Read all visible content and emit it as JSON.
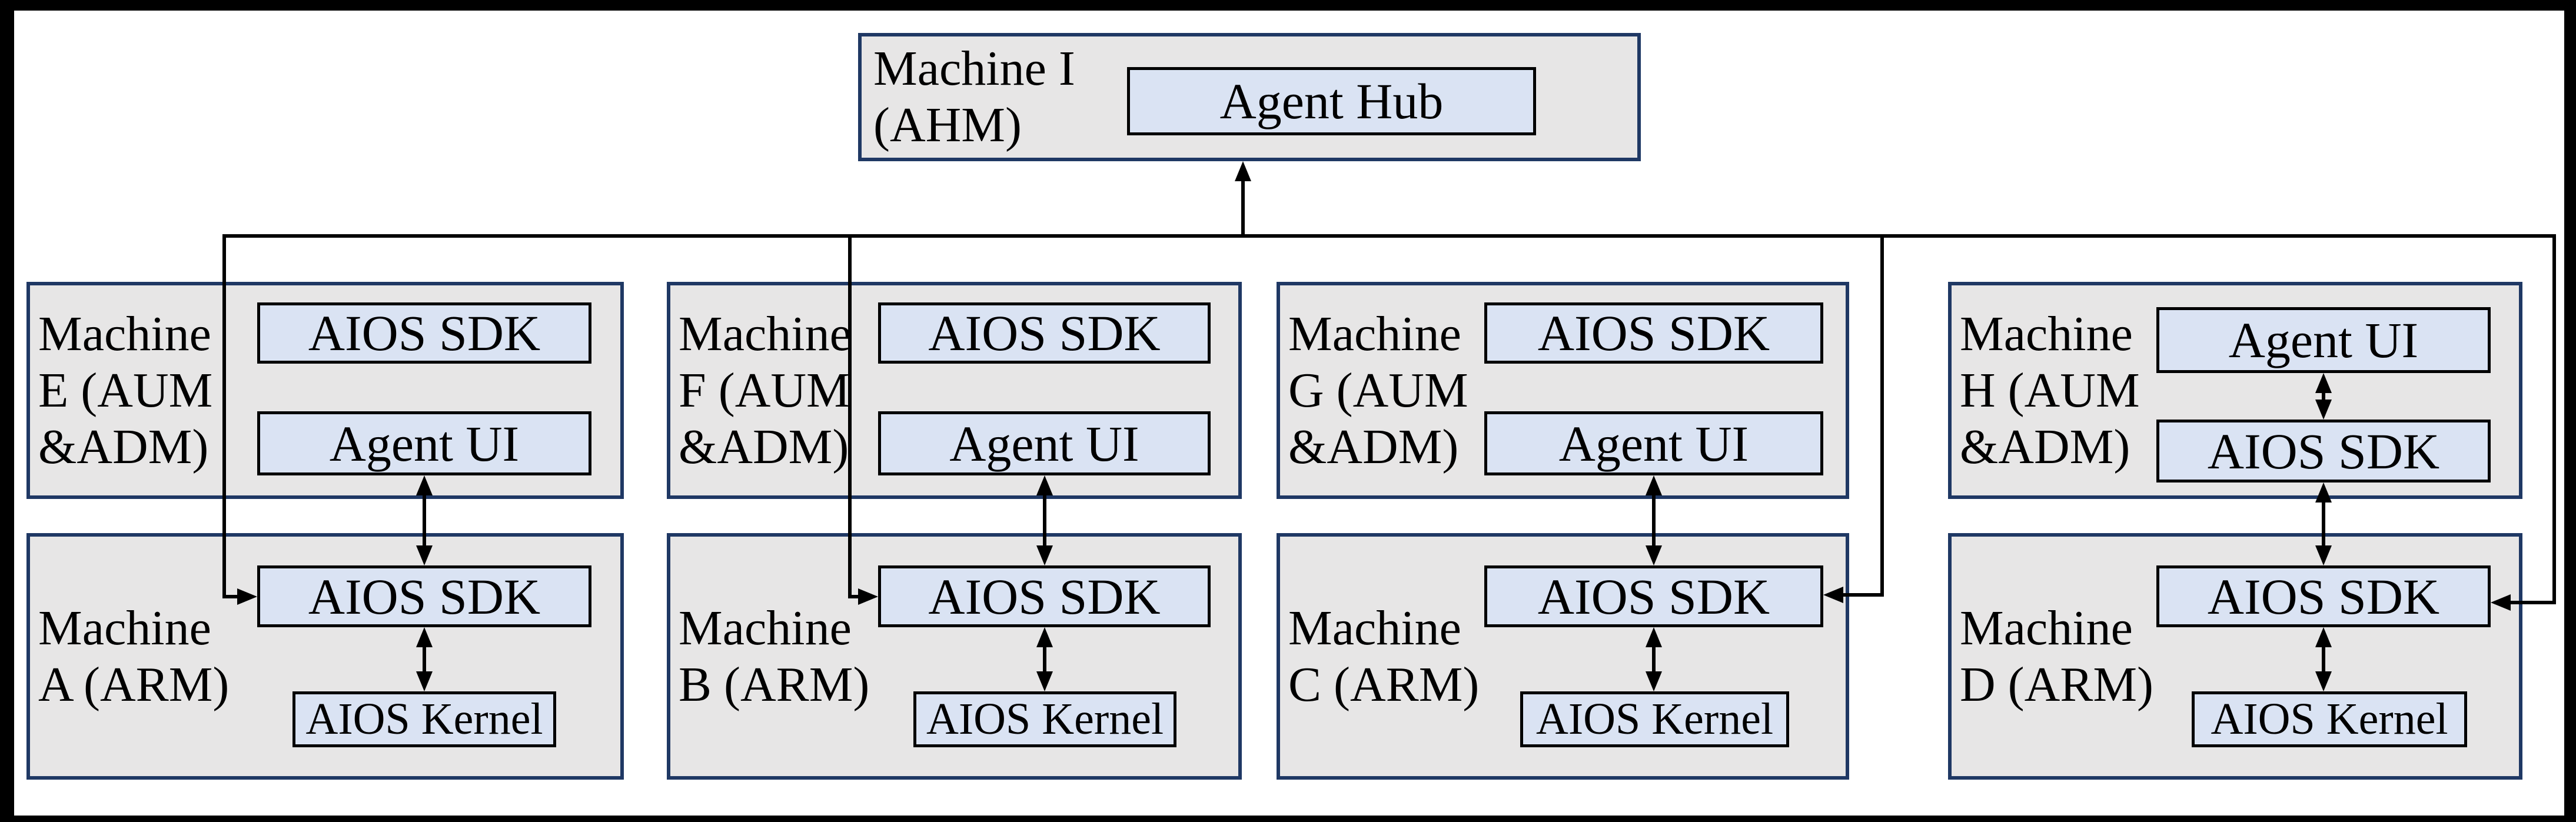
{
  "diagram": {
    "title": "AIOS distributed deployment across machines",
    "colors": {
      "background": "#ffffff",
      "frame": "#000000",
      "machine_fill": "#e7e6e6",
      "machine_border": "#1f3864",
      "component_fill": "#dae3f3",
      "component_border": "#000000",
      "connector": "#000000",
      "text": "#000000"
    }
  },
  "machines": {
    "i": {
      "name_lines": [
        "Machine I",
        "(AHM)"
      ],
      "components": [
        {
          "label": "Agent Hub"
        }
      ]
    },
    "e": {
      "name_lines": [
        "Machine",
        "E (AUM",
        "&ADM)"
      ],
      "components": [
        {
          "label": "AIOS SDK"
        },
        {
          "label": "Agent UI"
        }
      ]
    },
    "f": {
      "name_lines": [
        "Machine",
        "F (AUM",
        "&ADM)"
      ],
      "components": [
        {
          "label": "AIOS SDK"
        },
        {
          "label": "Agent UI"
        }
      ]
    },
    "g": {
      "name_lines": [
        "Machine",
        "G (AUM",
        "&ADM)"
      ],
      "components": [
        {
          "label": "AIOS SDK"
        },
        {
          "label": "Agent UI"
        }
      ]
    },
    "h": {
      "name_lines": [
        "Machine",
        "H (AUM",
        "&ADM)"
      ],
      "components": [
        {
          "label": "Agent UI"
        },
        {
          "label": "AIOS SDK"
        }
      ]
    },
    "a": {
      "name_lines": [
        "Machine",
        "A (ARM)"
      ],
      "components": [
        {
          "label": "AIOS SDK"
        },
        {
          "label": "AIOS Kernel"
        }
      ]
    },
    "b": {
      "name_lines": [
        "Machine",
        "B (ARM)"
      ],
      "components": [
        {
          "label": "AIOS SDK"
        },
        {
          "label": "AIOS Kernel"
        }
      ]
    },
    "c": {
      "name_lines": [
        "Machine",
        "C (ARM)"
      ],
      "components": [
        {
          "label": "AIOS SDK"
        },
        {
          "label": "AIOS Kernel"
        }
      ]
    },
    "d": {
      "name_lines": [
        "Machine",
        "D (ARM)"
      ],
      "components": [
        {
          "label": "AIOS SDK"
        },
        {
          "label": "AIOS Kernel"
        }
      ]
    }
  },
  "connections": [
    {
      "from": "network bus",
      "to": "Agent Hub (Machine I)",
      "type": "arrow"
    },
    {
      "from": "network bus",
      "to": "AIOS SDK (Machine A)",
      "type": "arrow"
    },
    {
      "from": "network bus",
      "to": "AIOS SDK (Machine B)",
      "type": "arrow"
    },
    {
      "from": "network bus",
      "to": "AIOS SDK (Machine C)",
      "type": "arrow"
    },
    {
      "from": "network bus",
      "to": "AIOS SDK (Machine D)",
      "type": "arrow"
    },
    {
      "from": "Agent UI (Machine E)",
      "to": "AIOS SDK (Machine A)",
      "type": "double-arrow"
    },
    {
      "from": "Agent UI (Machine F)",
      "to": "AIOS SDK (Machine B)",
      "type": "double-arrow"
    },
    {
      "from": "Agent UI (Machine G)",
      "to": "AIOS SDK (Machine C)",
      "type": "double-arrow"
    },
    {
      "from": "Agent UI (Machine H)",
      "to": "AIOS SDK (Machine H)",
      "type": "double-arrow"
    },
    {
      "from": "AIOS SDK (Machine H)",
      "to": "AIOS SDK (Machine D)",
      "type": "double-arrow"
    },
    {
      "from": "AIOS SDK (Machine A)",
      "to": "AIOS Kernel (Machine A)",
      "type": "double-arrow"
    },
    {
      "from": "AIOS SDK (Machine B)",
      "to": "AIOS Kernel (Machine B)",
      "type": "double-arrow"
    },
    {
      "from": "AIOS SDK (Machine C)",
      "to": "AIOS Kernel (Machine C)",
      "type": "double-arrow"
    },
    {
      "from": "AIOS SDK (Machine D)",
      "to": "AIOS Kernel (Machine D)",
      "type": "double-arrow"
    }
  ]
}
